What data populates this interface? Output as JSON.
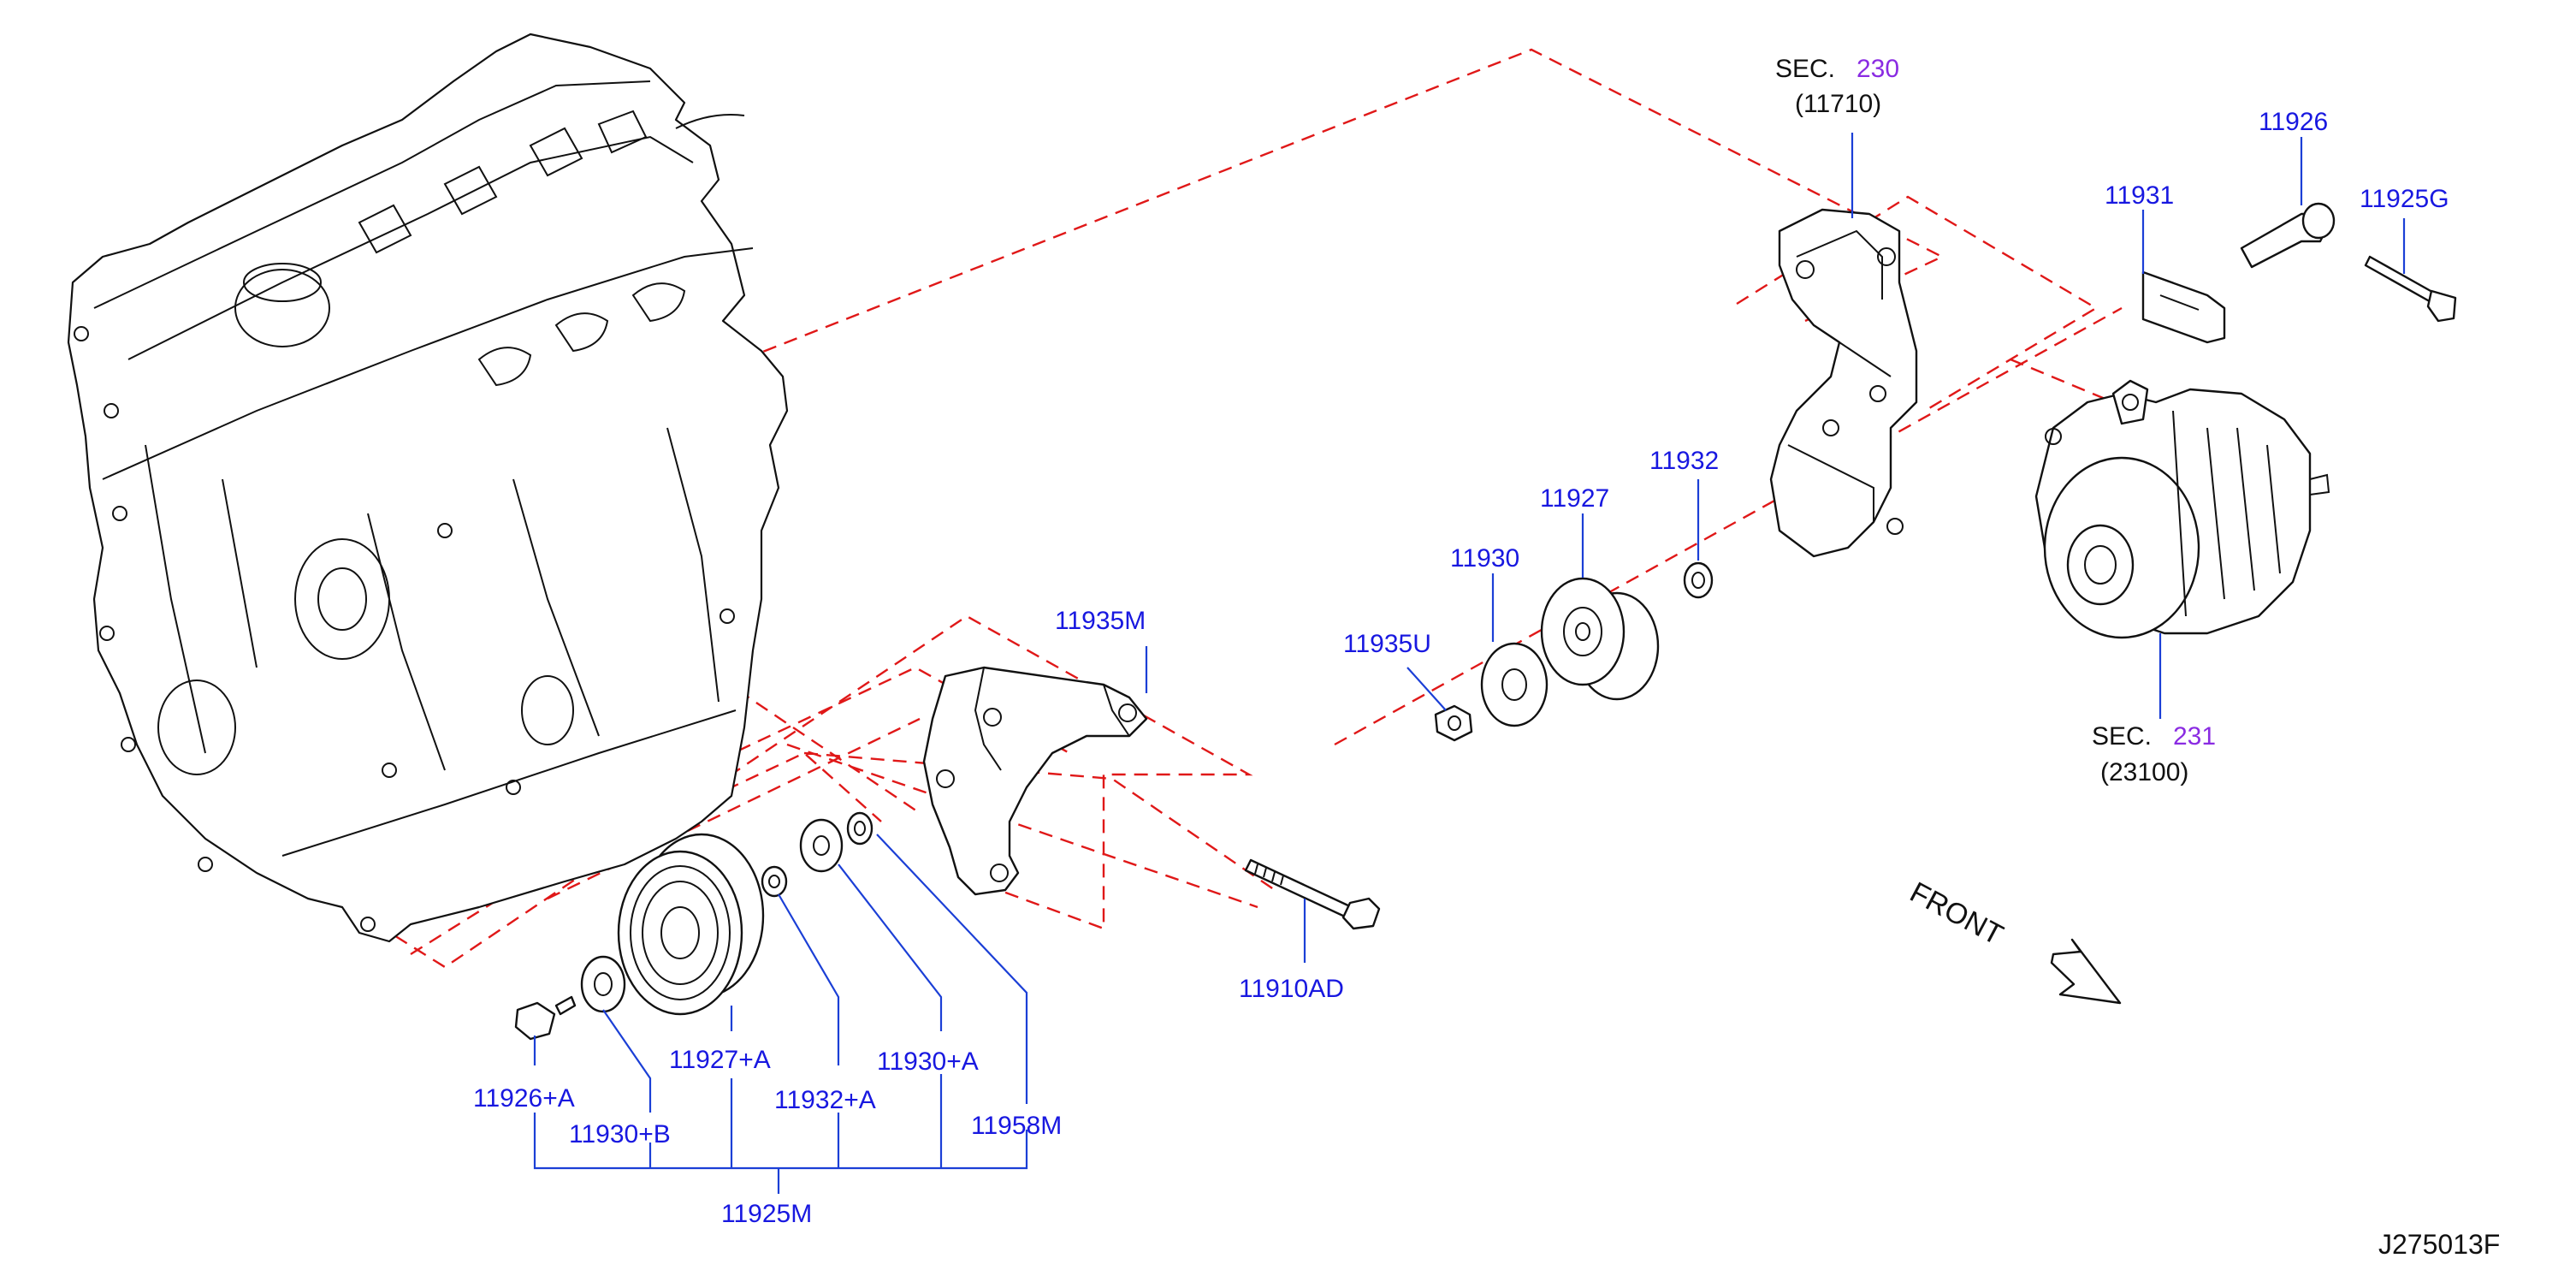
{
  "diagram_id": "J275013F",
  "front_label": "FRONT",
  "section_refs": [
    {
      "prefix": "SEC.",
      "number": "230",
      "code": "(11710)"
    },
    {
      "prefix": "SEC.",
      "number": "231",
      "code": "(23100)"
    }
  ],
  "part_labels": [
    "11926",
    "11931",
    "11925G",
    "11932",
    "11927",
    "11930",
    "11935U",
    "11935M",
    "11910AD",
    "11926+A",
    "11930+B",
    "11927+A",
    "11932+A",
    "11930+A",
    "11958M",
    "11925M"
  ],
  "colors": {
    "part_number": "#1818e0",
    "section_number": "#8a2be2",
    "leader_line": "#1b3fd6",
    "assembly_line": "#e01818",
    "outline": "#111111"
  },
  "icons": [
    "front-arrow-icon"
  ]
}
